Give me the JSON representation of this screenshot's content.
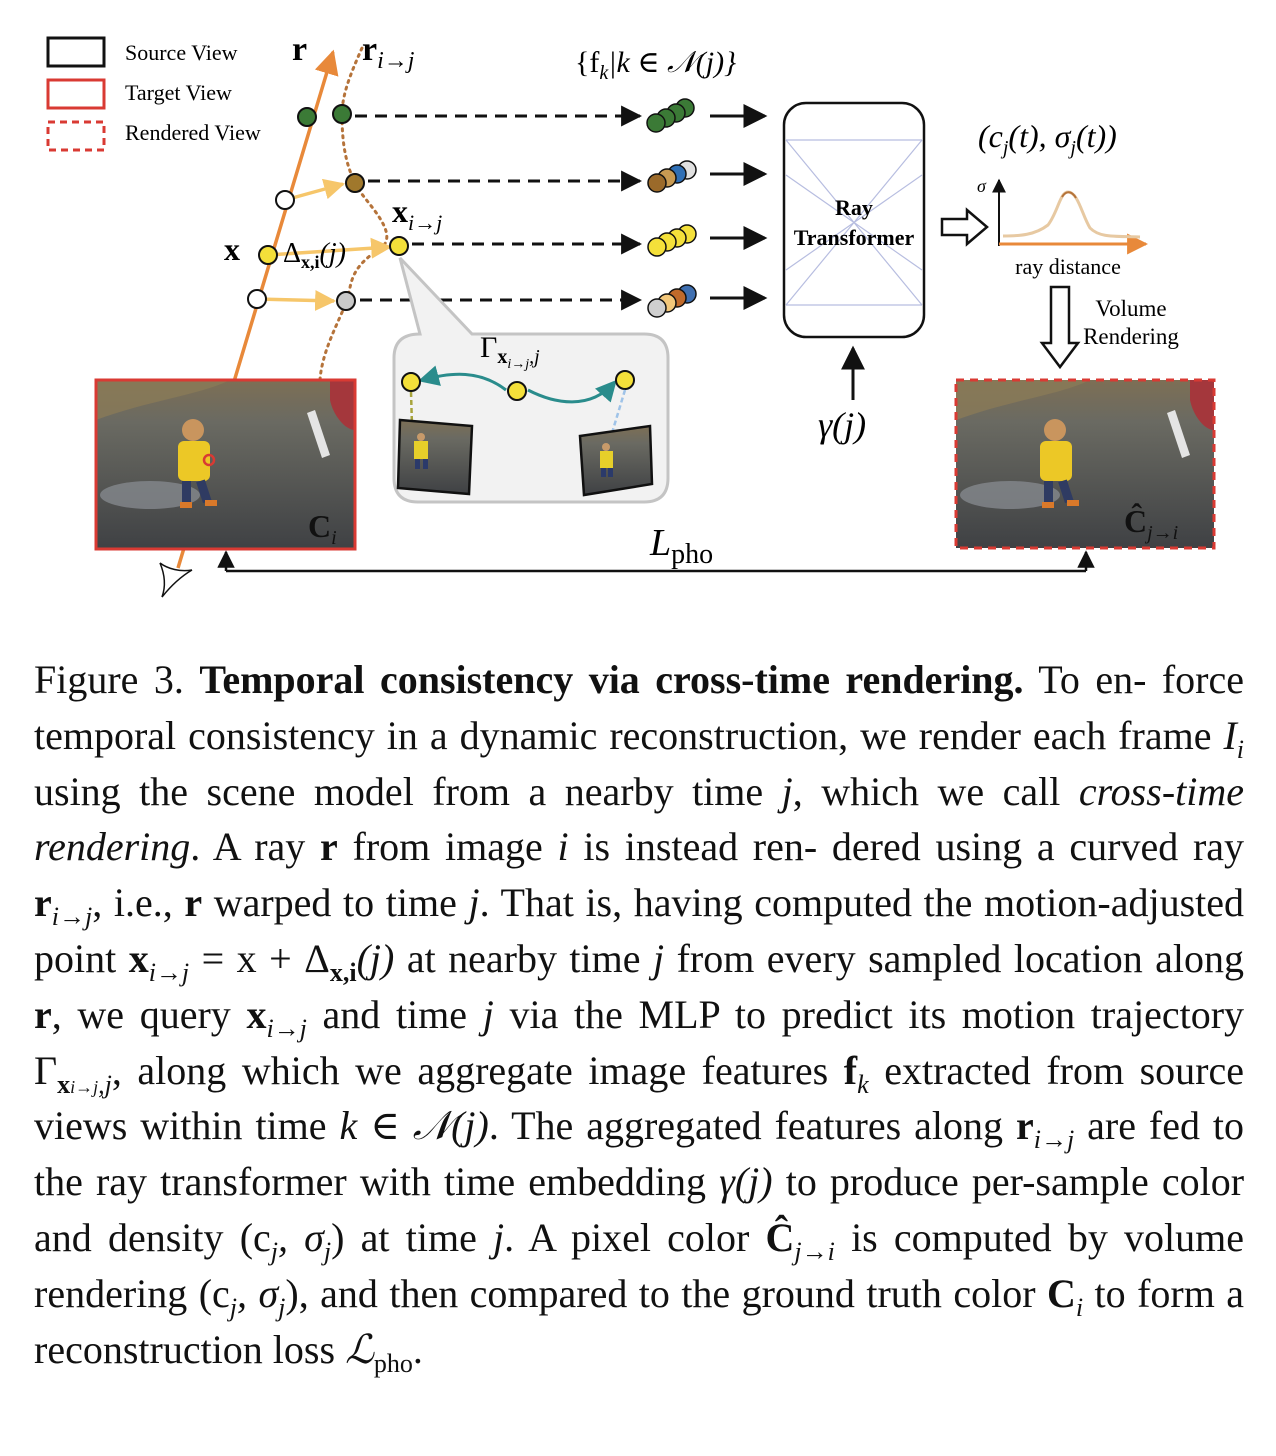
{
  "legend": {
    "source": "Source View",
    "target": "Target View",
    "rendered": "Rendered View"
  },
  "labels": {
    "ray": "r",
    "ray_curved": "r",
    "ray_curved_sub": "i→j",
    "feature_set": "{f",
    "feature_set_sub": "k",
    "feature_set_rest": "|k ∈ 𝒩(j)}",
    "point_x": "x",
    "delta": "Δ",
    "delta_sub": "x,i",
    "delta_rest": "(j)",
    "point_warped": "x",
    "point_warped_sub": "i→j",
    "gamma_traj": "Γ",
    "gamma_traj_sub": "x",
    "gamma_traj_subsub": "i→j",
    "gamma_traj_rest": ",j",
    "ray_transformer_1": "Ray",
    "ray_transformer_2": "Transformer",
    "time_embed": "γ(j)",
    "output": "(c",
    "output_sub1": "j",
    "output_mid": "(t), σ",
    "output_sub2": "j",
    "output_end": "(t))",
    "sigma_axis": "σ",
    "ray_distance": "ray distance",
    "volume": "Volume",
    "rendering": "Rendering",
    "target_img": "C",
    "target_img_sub": "i",
    "rendered_img": "Ĉ",
    "rendered_img_sub": "j→i",
    "loss": "L",
    "loss_sub": "pho"
  },
  "caption": {
    "fig_label": "Figure 3.",
    "title": "Temporal consistency via cross-time rendering.",
    "t1": "To en- force temporal consistency in a dynamic reconstruction, we render each frame",
    "t2": "using the scene model from a nearby time",
    "t3": ", which we call",
    "t3i": "cross-time rendering",
    "t4": ". A ray",
    "t5": "from image",
    "t6": "is instead ren- dered using a curved ray",
    "t7": ", i.e.,",
    "t8": "warped to time",
    "t9": ". That is, having computed the motion-adjusted point",
    "t10": "at nearby time",
    "t11": "from every sampled location along",
    "t12": ", we query",
    "t13": "and time",
    "t14": "via the MLP to predict its motion trajectory",
    "t15": ", along which we aggregate image features",
    "t16": "extracted from source views within time",
    "t17": ". The aggregated features along",
    "t18": "are fed to the ray transformer with time embedding",
    "t19": "to produce per-sample color and density",
    "t20": "at time",
    "t21": ". A pixel color",
    "t22": "is computed by volume rendering",
    "t23": ", and then compared to the ground truth color",
    "t24": "to form a reconstruction loss",
    "t25": ".",
    "m_Ii": "I",
    "m_Ii_sub": "i",
    "m_j": "j",
    "m_r": "r",
    "m_i": "i",
    "m_rij": "r",
    "m_rij_sub": "i→j",
    "m_eq": "x",
    "m_eq_sub": "i→j",
    "m_eq_rest": " = x + Δ",
    "m_eq_sub2": "x,i",
    "m_eq_end": "(j)",
    "m_xij": "x",
    "m_xij_sub": "i→j",
    "m_gamma": "Γ",
    "m_gamma_sub": "x",
    "m_gamma_subsub": "i→j",
    "m_gamma_rest": ",j",
    "m_fk": "f",
    "m_fk_sub": "k",
    "m_kin": "k ∈ 𝒩(j)",
    "m_gj": "γ(j)",
    "m_cs": "(c",
    "m_cs_sub": "j",
    "m_cs_mid": ", σ",
    "m_cs_sub2": "j",
    "m_cs_end": ")",
    "m_chat": "Ĉ",
    "m_chat_sub": "j→i",
    "m_Ci": "C",
    "m_Ci_sub": "i",
    "m_L": "ℒ",
    "m_L_sub": "pho"
  }
}
